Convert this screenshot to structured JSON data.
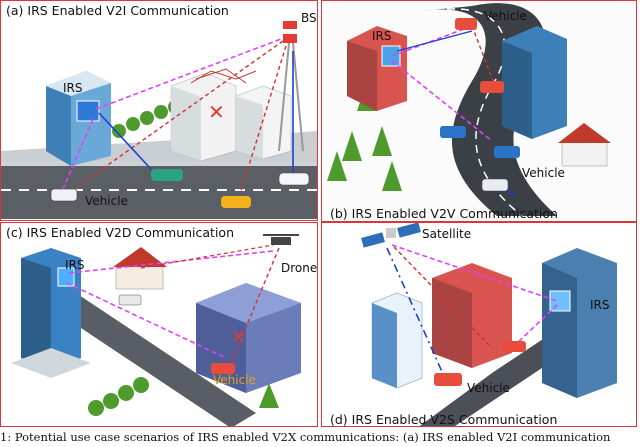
{
  "panels": {
    "a": {
      "title": "(a) IRS Enabled V2I Communication",
      "irs": "IRS",
      "bs": "BS",
      "vehicle": "Vehicle"
    },
    "b": {
      "title": "(b) IRS Enabled V2V Communication",
      "irs": "IRS",
      "vehicle_top": "Vehicle",
      "vehicle_bottom": "Vehicle"
    },
    "c": {
      "title": "(c) IRS Enabled V2D Communication",
      "irs": "IRS",
      "drone": "Drone",
      "vehicle": "Vehicle"
    },
    "d": {
      "title": "(d) IRS Enabled V2S Communication",
      "irs": "IRS",
      "satellite": "Satellite",
      "vehicle": "Vehicle"
    }
  },
  "caption": "1: Potential use case scenarios of IRS enabled V2X communications: (a) IRS enabled V2I communication"
}
